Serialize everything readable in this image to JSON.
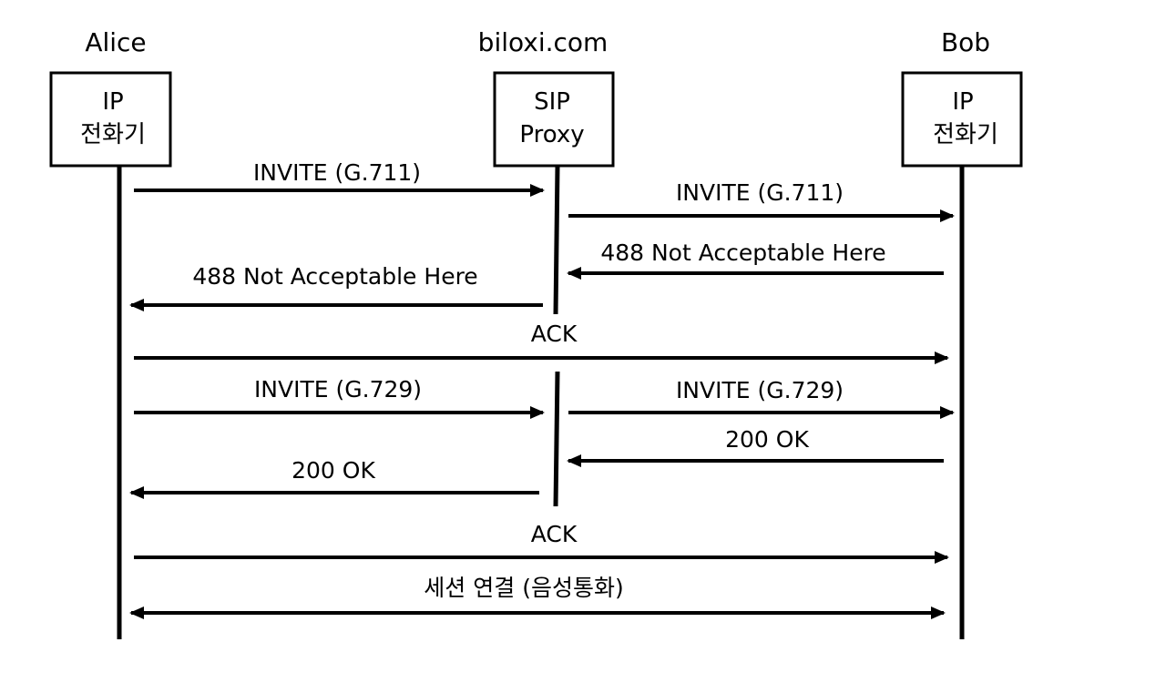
{
  "diagram": {
    "type": "sequence-diagram",
    "participants": [
      {
        "id": "alice",
        "name": "Alice",
        "box_lines": [
          "IP",
          "전화기"
        ]
      },
      {
        "id": "proxy",
        "name": "biloxi.com",
        "box_lines": [
          "SIP",
          "Proxy"
        ]
      },
      {
        "id": "bob",
        "name": "Bob",
        "box_lines": [
          "IP",
          "전화기"
        ]
      }
    ],
    "messages": [
      {
        "from": "alice",
        "to": "proxy",
        "label": "INVITE (G.711)"
      },
      {
        "from": "proxy",
        "to": "bob",
        "label": "INVITE (G.711)"
      },
      {
        "from": "bob",
        "to": "proxy",
        "label": "488 Not Acceptable Here"
      },
      {
        "from": "proxy",
        "to": "alice",
        "label": "488 Not Acceptable Here"
      },
      {
        "from": "alice",
        "to": "bob",
        "label": "ACK"
      },
      {
        "from": "alice",
        "to": "proxy",
        "label": "INVITE (G.729)"
      },
      {
        "from": "proxy",
        "to": "bob",
        "label": "INVITE (G.729)"
      },
      {
        "from": "bob",
        "to": "proxy",
        "label": "200 OK"
      },
      {
        "from": "proxy",
        "to": "alice",
        "label": "200 OK"
      },
      {
        "from": "alice",
        "to": "bob",
        "label": "ACK"
      },
      {
        "from": "alice",
        "to": "bob",
        "label": "세션 연결 (음성통화)",
        "bidirectional": true
      }
    ]
  }
}
